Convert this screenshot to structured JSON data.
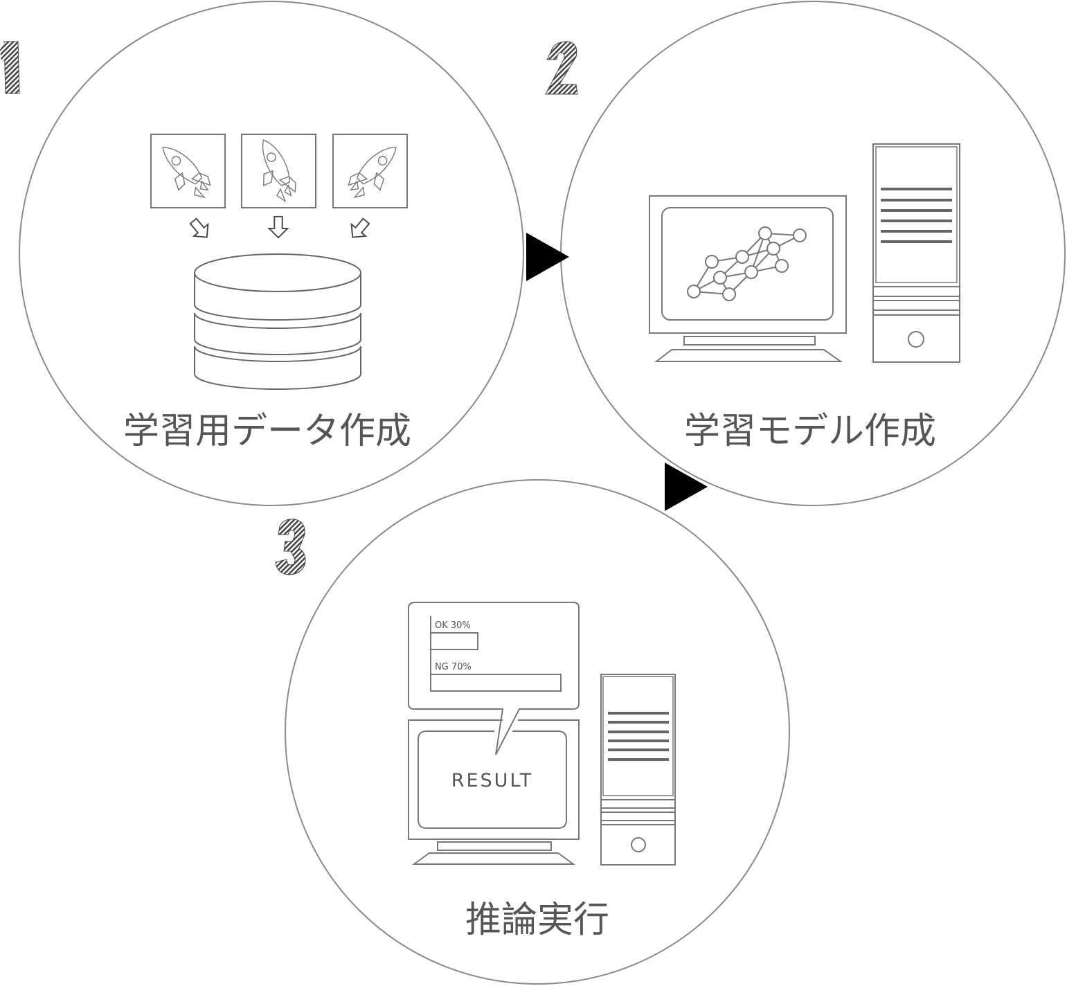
{
  "steps": [
    {
      "number": "1",
      "label": "学習用データ作成"
    },
    {
      "number": "2",
      "label": "学習モデル作成"
    },
    {
      "number": "3",
      "label": "推論実行"
    }
  ],
  "inference": {
    "ok_label": "OK 30%",
    "ok_value": 0.3,
    "ng_label": "NG 70%",
    "ng_value": 0.7,
    "screen_text": "RESULT"
  },
  "icons": {
    "step1": [
      "rocket-image-icon",
      "rocket-image-icon",
      "rocket-image-icon",
      "down-arrow-icon",
      "database-icon"
    ],
    "step2": [
      "monitor-icon",
      "neural-network-icon",
      "tower-pc-icon"
    ],
    "step3": [
      "speech-bubble-icon",
      "monitor-icon",
      "tower-pc-icon"
    ],
    "flow": [
      "play-arrow-icon",
      "play-arrow-icon"
    ]
  },
  "colors": {
    "line": "#8a8a8a",
    "text": "#555555",
    "arrow": "#000000",
    "hatch": "#444444"
  }
}
